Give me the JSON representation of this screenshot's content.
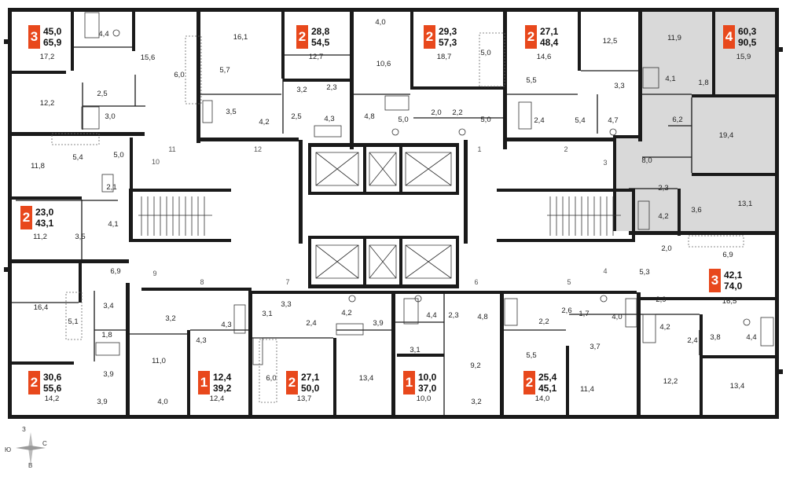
{
  "colors": {
    "accent": "#e8481c",
    "selected_fill": "#d9d9d9",
    "wall": "#1a1a1a"
  },
  "apartments": [
    {
      "id": "apt-nw-3",
      "rooms": "3",
      "living": "45,0",
      "total": "65,9"
    },
    {
      "id": "apt-n1-2",
      "rooms": "2",
      "living": "28,8",
      "total": "54,5"
    },
    {
      "id": "apt-n2-2",
      "rooms": "2",
      "living": "29,3",
      "total": "57,3"
    },
    {
      "id": "apt-n3-2",
      "rooms": "2",
      "living": "27,1",
      "total": "48,4"
    },
    {
      "id": "apt-ne-4",
      "rooms": "4",
      "living": "60,3",
      "total": "90,5",
      "selected": true
    },
    {
      "id": "apt-w-2",
      "rooms": "2",
      "living": "23,0",
      "total": "43,1"
    },
    {
      "id": "apt-e-3",
      "rooms": "3",
      "living": "42,1",
      "total": "74,0"
    },
    {
      "id": "apt-sw-2",
      "rooms": "2",
      "living": "30,6",
      "total": "55,6"
    },
    {
      "id": "apt-s1-1",
      "rooms": "1",
      "living": "12,4",
      "total": "39,2"
    },
    {
      "id": "apt-s2-2",
      "rooms": "2",
      "living": "27,1",
      "total": "50,0"
    },
    {
      "id": "apt-s3-1",
      "rooms": "1",
      "living": "10,0",
      "total": "37,0"
    },
    {
      "id": "apt-s4-2",
      "rooms": "2",
      "living": "25,4",
      "total": "45,1"
    }
  ],
  "room_labels": [
    "17,2",
    "4,4",
    "12,2",
    "2,5",
    "3,0",
    "15,6",
    "6,0",
    "5,7",
    "16,1",
    "12,7",
    "3,5",
    "4,2",
    "3,2",
    "2,3",
    "2,5",
    "4,3",
    "4,0",
    "10,6",
    "18,7",
    "4,8",
    "5,0",
    "2,0",
    "2,2",
    "5,0",
    "5,0",
    "14,6",
    "5,5",
    "12,5",
    "3,3",
    "2,4",
    "5,4",
    "4,7",
    "11,9",
    "15,9",
    "4,1",
    "1,8",
    "6,2",
    "19,4",
    "8,0",
    "2,3",
    "4,2",
    "3,6",
    "13,1",
    "5,4",
    "5,0",
    "11,8",
    "2,1",
    "4,1",
    "11,2",
    "3,5",
    "6,9",
    "16,4",
    "3,4",
    "5,1",
    "1,8",
    "3,2",
    "4,3",
    "11,0",
    "3,9",
    "3,9",
    "14,2",
    "4,0",
    "12,4",
    "4,3",
    "3,3",
    "3,1",
    "2,4",
    "4,2",
    "3,9",
    "6,0",
    "13,7",
    "13,4",
    "4,4",
    "2,3",
    "4,8",
    "3,1",
    "9,2",
    "10,0",
    "3,2",
    "2,2",
    "2,6",
    "1,7",
    "4,0",
    "5,5",
    "3,7",
    "14,0",
    "11,4",
    "5,3",
    "2,0",
    "6,9",
    "2,9",
    "16,5",
    "4,2",
    "3,8",
    "4,4",
    "2,4",
    "12,2",
    "13,4"
  ],
  "door_numbers": [
    "1",
    "2",
    "3",
    "4",
    "5",
    "6",
    "7",
    "8",
    "9",
    "10",
    "11",
    "12"
  ],
  "compass": {
    "north": "С",
    "south": "Ю",
    "west": "З",
    "east": "В"
  }
}
